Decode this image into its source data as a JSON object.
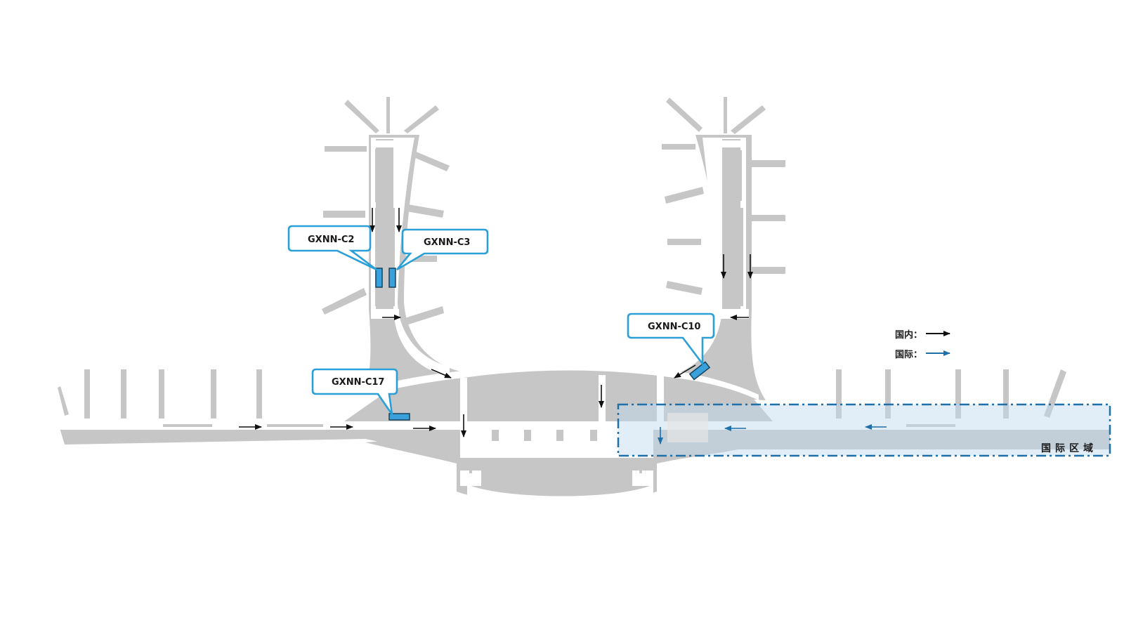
{
  "map": {
    "callouts": [
      {
        "id": "c2",
        "label": "GXNN-C2"
      },
      {
        "id": "c3",
        "label": "GXNN-C3"
      },
      {
        "id": "c10",
        "label": "GXNN-C10"
      },
      {
        "id": "c17",
        "label": "GXNN-C17"
      }
    ],
    "legend": {
      "domestic_label": "国内：",
      "international_label": "国际：",
      "domestic_color": "#111111",
      "international_color": "#1f6fa8"
    },
    "zone": {
      "label": "国际区域",
      "border_color": "#1f6fa8",
      "fill_color": "#bcd9ee"
    },
    "highlight_color": "#2a9fd8",
    "marker_fill": "#3aa0dc"
  }
}
